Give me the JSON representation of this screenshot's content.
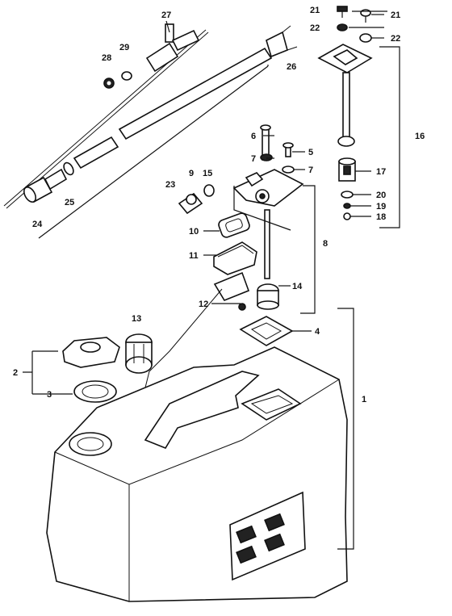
{
  "labels": {
    "l1": "1",
    "l2": "2",
    "l3": "3",
    "l4": "4",
    "l5": "5",
    "l6": "6",
    "l7a": "7",
    "l7b": "7",
    "l8": "8",
    "l9": "9",
    "l10": "10",
    "l11": "11",
    "l12": "12",
    "l13": "13",
    "l14": "14",
    "l15": "15",
    "l16": "16",
    "l17": "17",
    "l18": "18",
    "l19": "19",
    "l20": "20",
    "l21a": "21",
    "l21b": "21",
    "l22a": "22",
    "l22b": "22",
    "l23": "23",
    "l24": "24",
    "l25": "25",
    "l26": "26",
    "l27": "27",
    "l28": "28",
    "l29": "29"
  }
}
